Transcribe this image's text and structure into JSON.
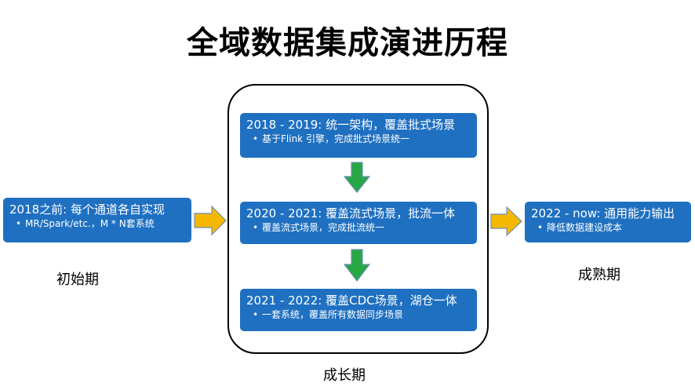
{
  "title": "全域数据集成演进历程",
  "stages": {
    "initial": {
      "heading": "2018之前: 每个通道各自实现",
      "bullets": [
        "MR/Spark/etc.，M * N套系统"
      ],
      "label": "初始期"
    },
    "growth": {
      "label": "成长期",
      "steps": [
        {
          "heading": "2018 - 2019: 统一架构，覆盖批式场景",
          "bullets": [
            "基于Flink 引擎，完成批式场景统一"
          ]
        },
        {
          "heading": "2020 - 2021: 覆盖流式场景，批流一体",
          "bullets": [
            "覆盖流式场景，完成批流统一"
          ]
        },
        {
          "heading": "2021 - 2022: 覆盖CDC场景，湖仓一体",
          "bullets": [
            "一套系统，覆盖所有数据同步场景"
          ]
        }
      ]
    },
    "mature": {
      "heading": "2022 - now: 通用能力输出",
      "bullets": [
        "降低数据建设成本"
      ],
      "label": "成熟期"
    }
  },
  "colors": {
    "box": "#1f70c1",
    "horizontal_arrow": "#f5b800",
    "vertical_arrow": "#27a845"
  }
}
